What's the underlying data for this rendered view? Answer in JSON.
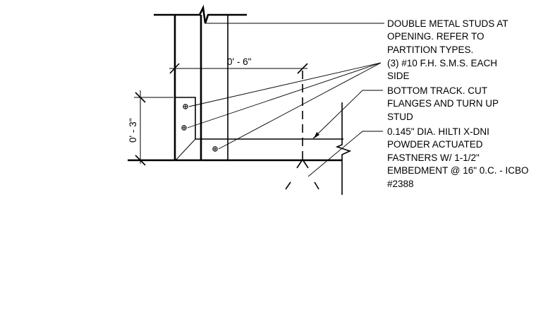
{
  "dimensions": {
    "width_label": "0' - 6\"",
    "height_label": "0' - 3\""
  },
  "notes": [
    {
      "id": "studs",
      "lines": [
        "DOUBLE METAL STUDS AT",
        "OPENING. REFER TO",
        "PARTITION TYPES."
      ]
    },
    {
      "id": "screws",
      "lines": [
        "(3) #10 F.H. S.M.S. EACH",
        "SIDE"
      ]
    },
    {
      "id": "track",
      "lines": [
        "BOTTOM TRACK. CUT",
        "FLANGES AND TURN UP",
        "STUD"
      ]
    },
    {
      "id": "fasteners",
      "lines": [
        "0.145\" DIA. HILTI X-DNI",
        "POWDER ACTUATED",
        "FASTNERS W/ 1-1/2\"",
        "EMBEDMENT @ 16\" 0.C. - ICBO",
        "#2388"
      ]
    }
  ]
}
